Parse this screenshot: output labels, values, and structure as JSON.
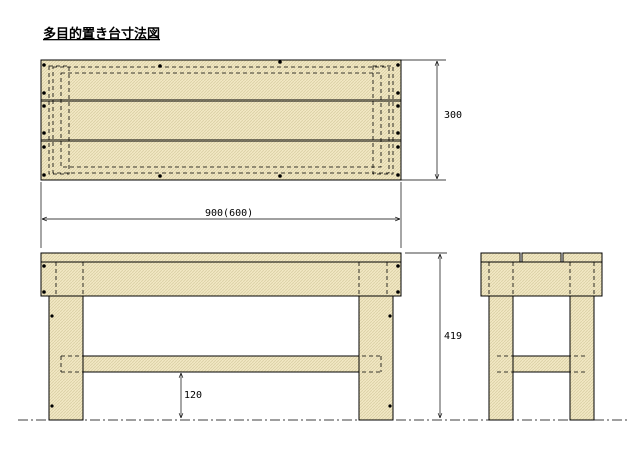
{
  "title": "多目的置き台寸法図",
  "dimensions": {
    "top_depth": "300",
    "width": "900(600)",
    "height": "419",
    "stretcher_height": "120"
  },
  "colors": {
    "wood": "#f2e8c4",
    "hatch": "#d9cfa4",
    "line": "#000000",
    "background": "#ffffff"
  }
}
